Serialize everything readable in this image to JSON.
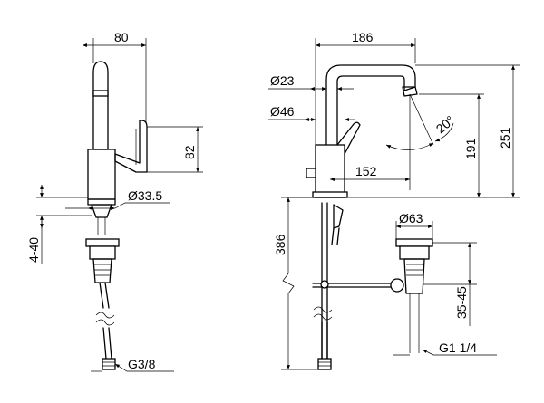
{
  "dimensions": {
    "left_width": "80",
    "left_handle_height": "82",
    "left_bore": "Ø33.5",
    "left_thickness": "4-40",
    "left_connection": "G3/8",
    "right_reach": "186",
    "right_pipe_diameter": "Ø23",
    "right_body_diameter": "Ø46",
    "right_angle": "20°",
    "right_spout_height": "191",
    "right_total_height": "251",
    "right_body_offset": "152",
    "right_below_height": "386",
    "right_waste_diameter": "Ø63",
    "right_waste_range": "35-45",
    "right_waste_connection": "G1 1/4"
  }
}
